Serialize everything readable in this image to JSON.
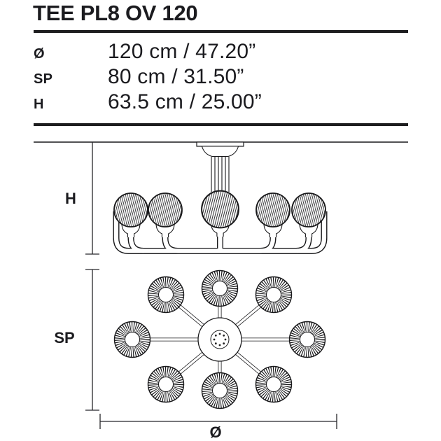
{
  "title": "TEE PL8 OV 120",
  "specs": [
    {
      "label": "Ø",
      "value": "120 cm / 47.20”"
    },
    {
      "label": "SP",
      "value": "80 cm / 31.50”"
    },
    {
      "label": "H",
      "value": "63.5 cm / 25.00”"
    }
  ],
  "diagram": {
    "height_label": "H",
    "span_label": "SP",
    "diameter_label": "Ø",
    "side_view_bulbs_visible": 5,
    "plan_view_bulbs": 8
  },
  "colors": {
    "text": "#1b1b1f",
    "drawing_line": "#19191b",
    "rule": "#1d1d1f",
    "background": "#ffffff"
  }
}
